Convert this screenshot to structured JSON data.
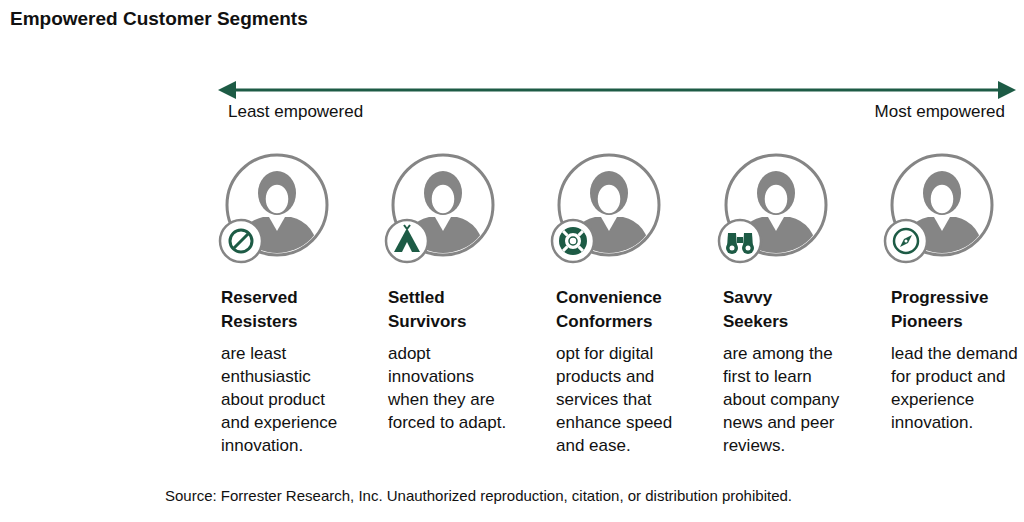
{
  "diagram": {
    "title": "Empowered Customer Segments",
    "caption": "Source: Forrester Research, Inc. Unauthorized reproduction, citation, or distribution prohibited.",
    "nodes": [
      {
        "text": [
          "Reserved Resisters",
          "are least enthusiastic about product and experience innovation."
        ]
      },
      {
        "text": [
          "Settled Survivors",
          "adopt innovations when they are forced to adapt."
        ]
      },
      {
        "text": [
          "Convenience Conformers",
          "opt for digital products and services that enhance speed and ease."
        ]
      },
      {
        "text": [
          "Savvy Seekers",
          "are among the first to learn about company news and peer reviews."
        ]
      },
      {
        "text": [
          "Progressive Pioneers",
          "lead the demand for product and experience innovation."
        ]
      }
    ],
    "labels": [
      "Least empowered",
      "Most empowered"
    ]
  }
}
